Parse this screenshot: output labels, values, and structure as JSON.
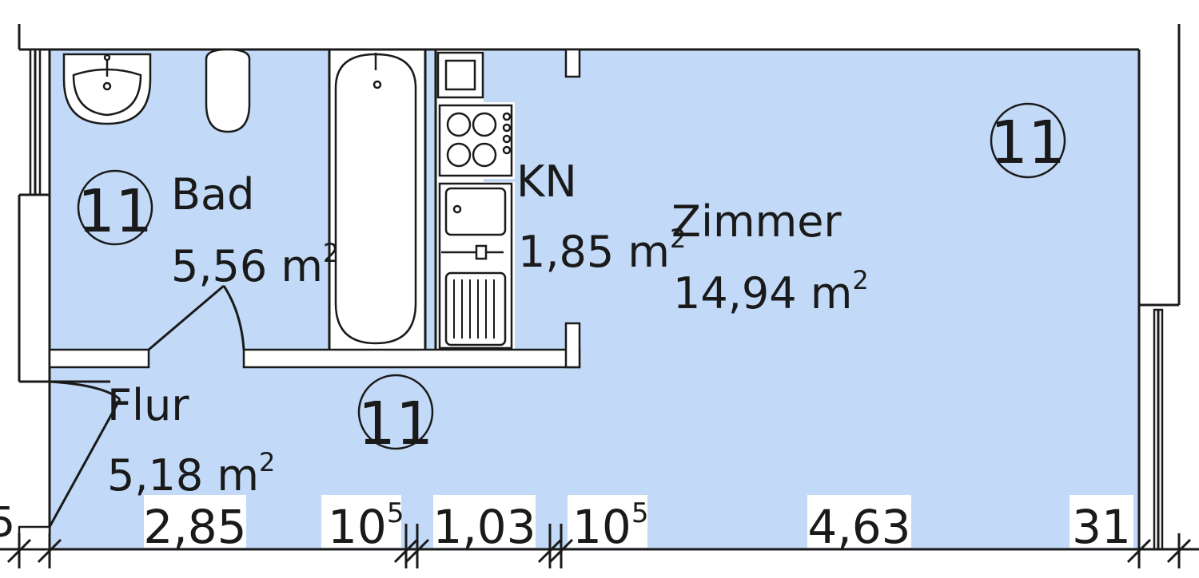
{
  "colors": {
    "room_fill": "#c2d9f7",
    "wall": "#1a1a1a",
    "fixture_fill": "#ffffff",
    "background": "#ffffff"
  },
  "unit_unit": "m",
  "unit_exp": "2",
  "rooms": {
    "bad": {
      "name": "Bad",
      "area": "5,56",
      "unit_no": "11"
    },
    "kn": {
      "name": "KN",
      "area": "1,85"
    },
    "zimmer": {
      "name": "Zimmer",
      "area": "14,94",
      "unit_no": "11"
    },
    "flur": {
      "name": "Flur",
      "area": "5,18",
      "unit_no": "11"
    }
  },
  "fixtures": [
    "washbasin-icon",
    "toilet-icon",
    "bathtub-icon",
    "stove-icon",
    "sink-icon"
  ],
  "dimensions": {
    "d1_partial": "5",
    "d2": "2,85",
    "d3_base": "10",
    "d3_sup": "5",
    "d4": "1,03",
    "d5_base": "10",
    "d5_sup": "5",
    "d6": "4,63",
    "d7": "31"
  }
}
